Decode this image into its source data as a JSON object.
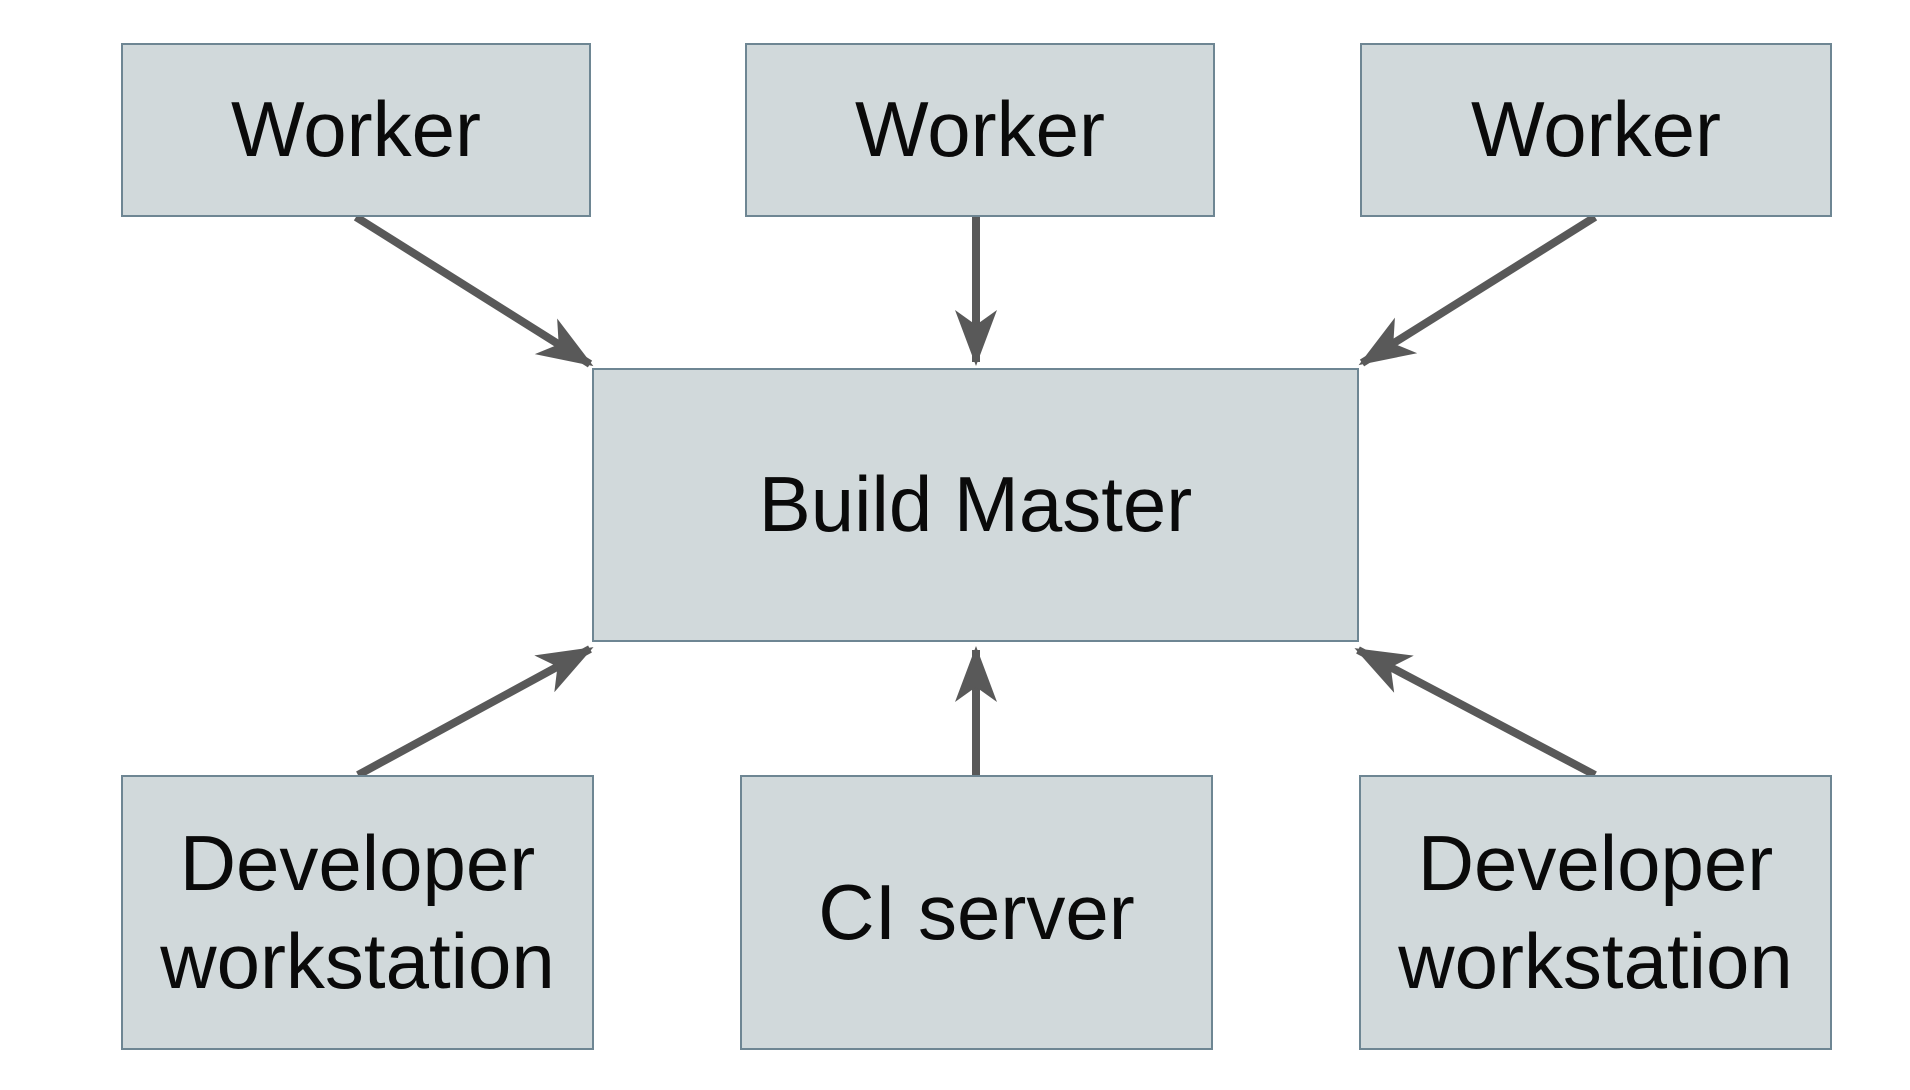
{
  "diagram": {
    "background_color": "#ffffff",
    "node_fill_color": "#d1d9db",
    "node_border_color": "#6e8693",
    "arrow_color": "#595959",
    "text_color": "#0a0a0a",
    "nodes": {
      "worker1": {
        "label": "Worker"
      },
      "worker2": {
        "label": "Worker"
      },
      "worker3": {
        "label": "Worker"
      },
      "build_master": {
        "label": "Build Master"
      },
      "dev_left": {
        "label": "Developer workstation"
      },
      "ci_server": {
        "label": "CI server"
      },
      "dev_right": {
        "label": "Developer workstation"
      }
    },
    "edges": [
      {
        "from": "worker1",
        "to": "build_master"
      },
      {
        "from": "worker2",
        "to": "build_master"
      },
      {
        "from": "worker3",
        "to": "build_master"
      },
      {
        "from": "dev_left",
        "to": "build_master"
      },
      {
        "from": "ci_server",
        "to": "build_master"
      },
      {
        "from": "dev_right",
        "to": "build_master"
      }
    ]
  }
}
